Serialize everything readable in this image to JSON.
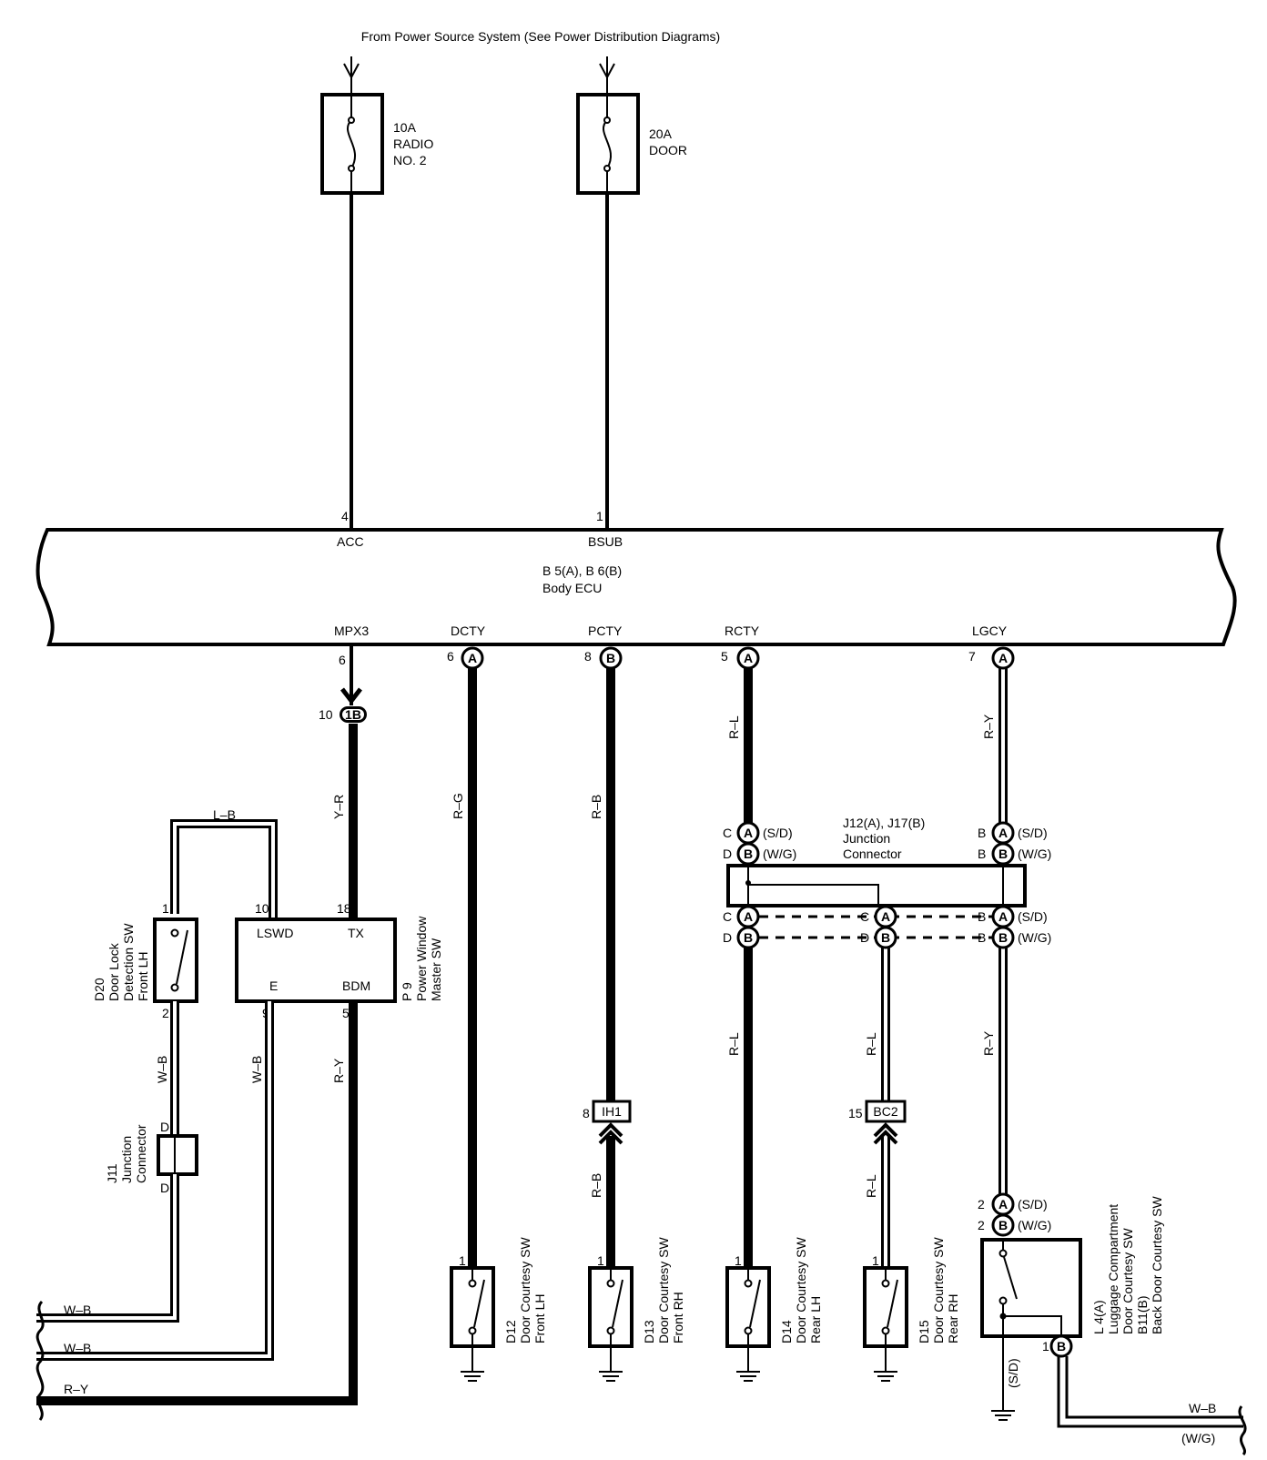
{
  "header": {
    "source_note": "From Power Source System (See Power Distribution Diagrams)"
  },
  "fuses": [
    {
      "amp": "10A",
      "name1": "RADIO",
      "name2": "NO. 2"
    },
    {
      "amp": "20A",
      "name1": "DOOR",
      "name2": ""
    }
  ],
  "ecu": {
    "ref": "B 5(A), B 6(B)",
    "name": "Body ECU",
    "top_pins": [
      {
        "num": "4",
        "name": "ACC"
      },
      {
        "num": "1",
        "name": "BSUB"
      }
    ],
    "bottom_pins": [
      {
        "num": "6",
        "name": "MPX3",
        "conn": ""
      },
      {
        "num": "6",
        "name": "DCTY",
        "conn": "A"
      },
      {
        "num": "8",
        "name": "PCTY",
        "conn": "B"
      },
      {
        "num": "5",
        "name": "RCTY",
        "conn": "A"
      },
      {
        "num": "7",
        "name": "LGCY",
        "conn": "A"
      }
    ]
  },
  "wires": {
    "mpx3": "Y–R",
    "dcty": "R–G",
    "pcty_upper": "R–B",
    "pcty_lower": "R–B",
    "rcty_upper": "R–L",
    "rcty_lower": "R–L",
    "rrh_mid": "R–L",
    "rrh_lower": "R–L",
    "lgcy_upper": "R–Y",
    "lgcy_lower": "R–Y",
    "loop_top": "L–B",
    "d20_out": "W–B",
    "p9_e": "W–B",
    "p9_bdm": "R–Y",
    "bottom_wb1": "W–B",
    "bottom_wb2": "W–B",
    "bottom_ry": "R–Y",
    "l4_ground": "(S/D)",
    "l4_out_wb": "W–B",
    "l4_out_wg": "(W/G)"
  },
  "inline_conn": {
    "pin": "10",
    "id": "1B"
  },
  "junction_upper": {
    "title1": "J12(A), J17(B)",
    "title2": "Junction",
    "title3": "Connector",
    "left": [
      {
        "pin": "C",
        "conn": "A",
        "note": "(S/D)"
      },
      {
        "pin": "D",
        "conn": "B",
        "note": "(W/G)"
      }
    ],
    "right": [
      {
        "pin": "B",
        "conn": "A",
        "note": "(S/D)"
      },
      {
        "pin": "B",
        "conn": "B",
        "note": "(W/G)"
      }
    ]
  },
  "junction_lower": {
    "left": [
      {
        "pin": "C",
        "conn": "A"
      },
      {
        "pin": "D",
        "conn": "B"
      }
    ],
    "mid": [
      {
        "pin": "C",
        "conn": "A"
      },
      {
        "pin": "D",
        "conn": "B"
      }
    ],
    "right": [
      {
        "pin": "B",
        "conn": "A",
        "note": "(S/D)"
      },
      {
        "pin": "B",
        "conn": "B",
        "note": "(W/G)"
      }
    ]
  },
  "d20": {
    "id": "D20",
    "l1": "Door Lock",
    "l2": "Detection SW",
    "l3": "Front LH",
    "pin_top": "1",
    "pin_bot": "2"
  },
  "p9": {
    "id": "P 9",
    "l1": "Power Window",
    "l2": "Master SW",
    "pins": {
      "lswd": "LSWD",
      "tx": "TX",
      "e": "E",
      "bdm": "BDM"
    },
    "nums": {
      "lswd": "10",
      "tx": "18",
      "e": "9",
      "bdm": "5"
    }
  },
  "j11": {
    "id": "J11",
    "l1": "Junction",
    "l2": "Connector",
    "pin_top": "D",
    "pin_bot": "D"
  },
  "conn_ih1": {
    "pin": "8",
    "id": "IH1"
  },
  "conn_bc2": {
    "pin": "15",
    "id": "BC2"
  },
  "switches": [
    {
      "id": "D12",
      "l1": "Door Courtesy SW",
      "l2": "Front LH",
      "pin": "1"
    },
    {
      "id": "D13",
      "l1": "Door Courtesy SW",
      "l2": "Front RH",
      "pin": "1"
    },
    {
      "id": "D14",
      "l1": "Door Courtesy SW",
      "l2": "Rear LH",
      "pin": "1"
    },
    {
      "id": "D15",
      "l1": "Door Courtesy SW",
      "l2": "Rear RH",
      "pin": "1"
    }
  ],
  "l4": {
    "pins_top": [
      {
        "num": "2",
        "conn": "A",
        "note": "(S/D)"
      },
      {
        "num": "2",
        "conn": "B",
        "note": "(W/G)"
      }
    ],
    "pin_out": "1",
    "out_conn": "B",
    "l1": "L 4(A)",
    "l2": "Luggage Compartment",
    "l3": "Door Courtesy SW",
    "l4": "B11(B)",
    "l5": "Back Door Courtesy SW"
  }
}
